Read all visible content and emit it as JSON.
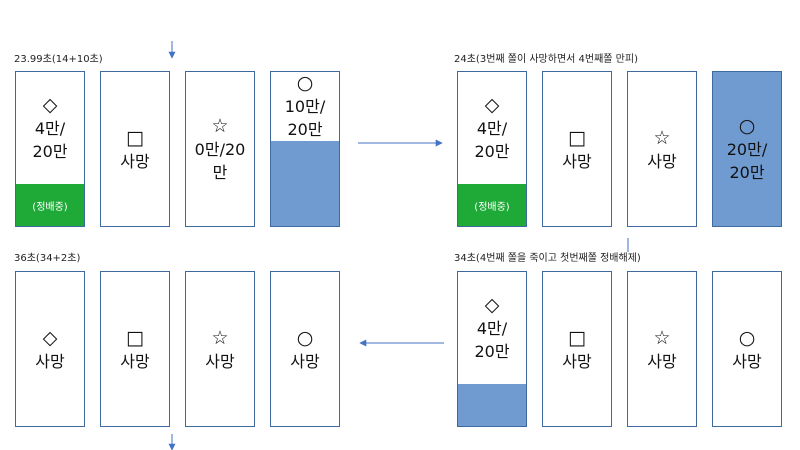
{
  "panels": [
    {
      "id": "top-left",
      "caption": "23.99초(14+10초)",
      "cards": [
        {
          "symbol": "◇",
          "lines": [
            "4만/",
            "20만"
          ],
          "status": "(정배중)",
          "fill": 0
        },
        {
          "symbol": "□",
          "lines": [
            "사망"
          ],
          "status": "",
          "fill": 0
        },
        {
          "symbol": "☆",
          "lines": [
            "0만/20",
            "만"
          ],
          "status": "",
          "fill": 0
        },
        {
          "symbol": "○",
          "lines": [
            "10만/",
            "20만"
          ],
          "status": "",
          "fill": 0.55
        }
      ]
    },
    {
      "id": "top-right",
      "caption": "24초(3번째 쫄이 사망하면서 4번째쫄 만피)",
      "cards": [
        {
          "symbol": "◇",
          "lines": [
            "4만/",
            "20만"
          ],
          "status": "(정배중)",
          "fill": 0
        },
        {
          "symbol": "□",
          "lines": [
            "사망"
          ],
          "status": "",
          "fill": 0
        },
        {
          "symbol": "☆",
          "lines": [
            "사망"
          ],
          "status": "",
          "fill": 0
        },
        {
          "symbol": "○",
          "lines": [
            "20만/",
            "20만"
          ],
          "status": "",
          "fill": 1
        }
      ]
    },
    {
      "id": "bottom-left",
      "caption": "36초(34+2초)",
      "cards": [
        {
          "symbol": "◇",
          "lines": [
            "사망"
          ],
          "status": "",
          "fill": 0
        },
        {
          "symbol": "□",
          "lines": [
            "사망"
          ],
          "status": "",
          "fill": 0
        },
        {
          "symbol": "☆",
          "lines": [
            "사망"
          ],
          "status": "",
          "fill": 0
        },
        {
          "symbol": "○",
          "lines": [
            "사망"
          ],
          "status": "",
          "fill": 0
        }
      ]
    },
    {
      "id": "bottom-right",
      "caption": "34초(4번째 쫄을 죽이고 첫번째쫄 정배해제)",
      "cards": [
        {
          "symbol": "◇",
          "lines": [
            "4만/",
            "20만"
          ],
          "status": "",
          "fill": 0.27
        },
        {
          "symbol": "□",
          "lines": [
            "사망"
          ],
          "status": "",
          "fill": 0
        },
        {
          "symbol": "☆",
          "lines": [
            "사망"
          ],
          "status": "",
          "fill": 0
        },
        {
          "symbol": "○",
          "lines": [
            "사망"
          ],
          "status": "",
          "fill": 0
        }
      ]
    }
  ],
  "colors": {
    "border": "#3f6aa0",
    "hp_fill": "#709bd0",
    "status_fill": "#1faa38",
    "arrow": "#4472c4"
  }
}
